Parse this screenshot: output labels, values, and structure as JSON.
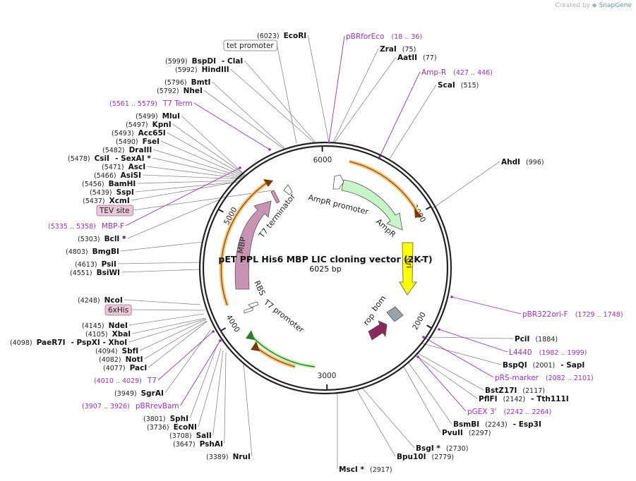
{
  "credit": {
    "prefix": "Created by",
    "brand": "SnapGene"
  },
  "plasmid": {
    "name": "pET PPL His6 MBP LIC cloning vector (2K-T)",
    "size": "6025 bp",
    "length": 6025
  },
  "colors": {
    "backbone": "#222222",
    "site_line": "#888888",
    "primer": "#9b30c8",
    "ampr_feature": "#c8f5c8",
    "ori": "#ffff00",
    "mbp": "#c994b4",
    "rop": "#8b2a5a",
    "bom": "#9aa3ab",
    "orf_arrow": "#f3c57a",
    "orf_line": "#7a3b00",
    "ampr_orf_line": "#2e7d32"
  },
  "ticks": [
    {
      "label": "1000",
      "pos": 1000
    },
    {
      "label": "2000",
      "pos": 2000
    },
    {
      "label": "3000",
      "pos": 3000
    },
    {
      "label": "4000",
      "pos": 4000
    },
    {
      "label": "5000",
      "pos": 5000
    },
    {
      "label": "6000",
      "pos": 6000
    }
  ],
  "features": [
    {
      "id": "ampr-promoter",
      "label": "AmpR promoter",
      "color": "#ffffff"
    },
    {
      "id": "ampr",
      "label": "AmpR",
      "color": "#c8f5c8"
    },
    {
      "id": "ori",
      "label": "ori",
      "color": "#ffff00"
    },
    {
      "id": "bom",
      "label": "bom",
      "color": "#9aa3ab"
    },
    {
      "id": "rop",
      "label": "rop",
      "color": "#8b2a5a"
    },
    {
      "id": "t7-promoter",
      "label": "T7 promoter",
      "color": "#ffffff"
    },
    {
      "id": "rbs",
      "label": "RBS",
      "color": "#ffffff"
    },
    {
      "id": "mbp",
      "label": "MBP",
      "color": "#c994b4"
    },
    {
      "id": "t7-terminator",
      "label": "T7 terminator",
      "color": "#ffffff"
    }
  ],
  "sites": [
    {
      "id": "ecori",
      "pos": "(6023)",
      "name": "EcoRI",
      "extra": ""
    },
    {
      "id": "zrai",
      "pos": "(75)",
      "name": "ZraI",
      "extra": ""
    },
    {
      "id": "aatii",
      "pos": "(77)",
      "name": "AatII",
      "extra": ""
    },
    {
      "id": "scai",
      "pos": "(515)",
      "name": "ScaI",
      "extra": ""
    },
    {
      "id": "ahdi",
      "pos": "(996)",
      "name": "AhdI",
      "extra": ""
    },
    {
      "id": "pcii",
      "pos": "(1884)",
      "name": "PciI",
      "extra": ""
    },
    {
      "id": "bspqi",
      "pos": "(2001)",
      "name": "BspQI",
      "extra": "- SapI"
    },
    {
      "id": "bstz17i",
      "pos": "(2117)",
      "name": "BstZ17I",
      "extra": ""
    },
    {
      "id": "pflfi",
      "pos": "(2142)",
      "name": "PflFI",
      "extra": "- Tth111I"
    },
    {
      "id": "bsmbi",
      "pos": "(2243)",
      "name": "BsmBI",
      "extra": "- Esp3I"
    },
    {
      "id": "pvuii",
      "pos": "(2297)",
      "name": "PvuII",
      "extra": ""
    },
    {
      "id": "bsgi",
      "pos": "(2730)",
      "name": "BsgI *",
      "extra": ""
    },
    {
      "id": "bpu10i",
      "pos": "(2779)",
      "name": "Bpu10I",
      "extra": ""
    },
    {
      "id": "msci",
      "pos": "(2917)",
      "name": "MscI *",
      "extra": ""
    },
    {
      "id": "nrui",
      "pos": "(3389)",
      "name": "NruI",
      "extra": ""
    },
    {
      "id": "pshai",
      "pos": "(3647)",
      "name": "PshAI",
      "extra": ""
    },
    {
      "id": "sali",
      "pos": "(3708)",
      "name": "SalI",
      "extra": ""
    },
    {
      "id": "econi",
      "pos": "(3736)",
      "name": "EcoNI",
      "extra": ""
    },
    {
      "id": "sphi",
      "pos": "(3801)",
      "name": "SphI",
      "extra": ""
    },
    {
      "id": "sgrai",
      "pos": "(3949)",
      "name": "SgrAI",
      "extra": ""
    },
    {
      "id": "paci",
      "pos": "(4077)",
      "name": "PacI",
      "extra": ""
    },
    {
      "id": "noti",
      "pos": "(4082)",
      "name": "NotI",
      "extra": ""
    },
    {
      "id": "sbfi",
      "pos": "(4094)",
      "name": "SbfI",
      "extra": ""
    },
    {
      "id": "xhoi",
      "pos": "(4098)",
      "name": "PaeR7I",
      "extra": "- PspXI   - XhoI"
    },
    {
      "id": "xbai",
      "pos": "(4105)",
      "name": "XbaI",
      "extra": ""
    },
    {
      "id": "ndei",
      "pos": "(4145)",
      "name": "NdeI",
      "extra": ""
    },
    {
      "id": "ncoi",
      "pos": "(4248)",
      "name": "NcoI",
      "extra": ""
    },
    {
      "id": "bsiwi",
      "pos": "(4551)",
      "name": "BsiWI",
      "extra": ""
    },
    {
      "id": "psii",
      "pos": "(4613)",
      "name": "PsiI",
      "extra": ""
    },
    {
      "id": "bmgbi",
      "pos": "(4803)",
      "name": "BmgBI",
      "extra": ""
    },
    {
      "id": "bcli",
      "pos": "(5303)",
      "name": "BclI *",
      "extra": ""
    },
    {
      "id": "xcmi",
      "pos": "(5437)",
      "name": "XcmI",
      "extra": ""
    },
    {
      "id": "sspi",
      "pos": "(5439)",
      "name": "SspI",
      "extra": ""
    },
    {
      "id": "bamhi",
      "pos": "(5456)",
      "name": "BamHI",
      "extra": ""
    },
    {
      "id": "asisi",
      "pos": "(5466)",
      "name": "AsiSI",
      "extra": ""
    },
    {
      "id": "asci",
      "pos": "(5471)",
      "name": "AscI",
      "extra": ""
    },
    {
      "id": "csii",
      "pos": "(5478)",
      "name": "CsiI",
      "extra": "- SexAI *"
    },
    {
      "id": "draiii",
      "pos": "(5482)",
      "name": "DraIII",
      "extra": ""
    },
    {
      "id": "fsei",
      "pos": "(5490)",
      "name": "FseI",
      "extra": ""
    },
    {
      "id": "acc65i",
      "pos": "(5493)",
      "name": "Acc65I",
      "extra": ""
    },
    {
      "id": "kpni",
      "pos": "(5497)",
      "name": "KpnI",
      "extra": ""
    },
    {
      "id": "mlui",
      "pos": "(5499)",
      "name": "MluI",
      "extra": ""
    },
    {
      "id": "nhei",
      "pos": "(5792)",
      "name": "NheI",
      "extra": ""
    },
    {
      "id": "bmti",
      "pos": "(5796)",
      "name": "BmtI",
      "extra": ""
    },
    {
      "id": "hindiii",
      "pos": "(5992)",
      "name": "HindIII",
      "extra": ""
    },
    {
      "id": "bspdi",
      "pos": "(5999)",
      "name": "BspDI",
      "extra": "- ClaI"
    }
  ],
  "primers": [
    {
      "id": "pbrforeco",
      "name": "pBRforEco",
      "range": "(18 .. 36)"
    },
    {
      "id": "amp-r",
      "name": "Amp-R",
      "range": "(427 .. 446)"
    },
    {
      "id": "pbr322ori-f",
      "name": "pBR322ori-F",
      "range": "(1729 .. 1748)"
    },
    {
      "id": "l4440",
      "name": "L4440",
      "range": "(1982 .. 1999)"
    },
    {
      "id": "prs-marker",
      "name": "pRS-marker",
      "range": "(2082 .. 2101)"
    },
    {
      "id": "pgex3",
      "name": "pGEX 3'",
      "range": "(2242 .. 2264)"
    },
    {
      "id": "pbrrevbam",
      "name": "pBRrevBam",
      "range": "(3907 .. 3926)"
    },
    {
      "id": "t7",
      "name": "T7",
      "range": "(4010 .. 4029)"
    },
    {
      "id": "mbp-f",
      "name": "MBP-F",
      "range": "(5335 .. 5358)"
    },
    {
      "id": "t7-term",
      "name": "T7 Term",
      "range": "(5561 .. 5579)"
    }
  ],
  "boxed_labels": [
    {
      "id": "tet-promoter",
      "text": "tet promoter"
    },
    {
      "id": "tev-site",
      "text": "TEV site"
    },
    {
      "id": "6xhis",
      "text": "6xHis"
    }
  ]
}
